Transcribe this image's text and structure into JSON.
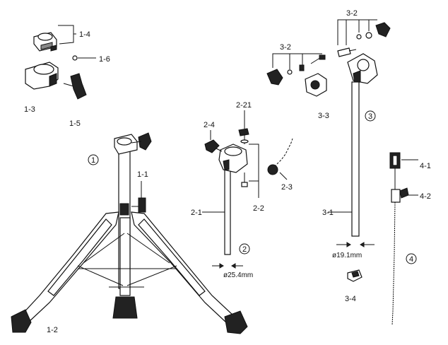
{
  "labels": {
    "p1_4": "1-4",
    "p1_6": "1-6",
    "p1_3": "1-3",
    "p1_5": "1-5",
    "p1_1": "1-1",
    "p1_2": "1-2",
    "p2_21": "2-21",
    "p2_4": "2-4",
    "p2_3": "2-3",
    "p2_2": "2-2",
    "p2_1": "2-1",
    "p3_2_top": "3-2",
    "p3_2_left": "3-2",
    "p3_3": "3-3",
    "p3_1": "3-1",
    "p3_4": "3-4",
    "p4_1": "4-1",
    "p4_2": "4-2"
  },
  "assemblies": {
    "a1": "1",
    "a2": "2",
    "a3": "3",
    "a4": "4"
  },
  "dimensions": {
    "d2": "ø25.4mm",
    "d3": "ø19.1mm"
  }
}
